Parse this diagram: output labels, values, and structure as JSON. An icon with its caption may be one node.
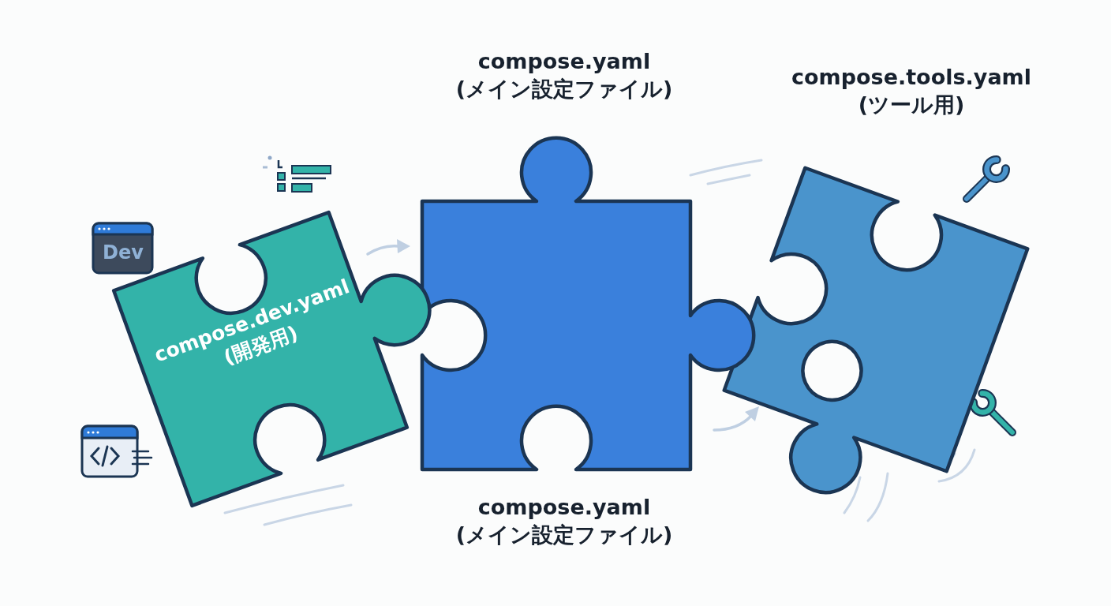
{
  "diagram": {
    "nodes": [
      {
        "text": [
          "compose.dev.yaml (開発用)"
        ]
      },
      {
        "text": [
          "compose.yaml (メイン設定ファイル)",
          "compose.yaml (メイン設定ファイル)"
        ]
      },
      {
        "text": [
          "compose.tools.yaml (ツール用)"
        ]
      }
    ],
    "labels": [
      "Dev"
    ]
  }
}
